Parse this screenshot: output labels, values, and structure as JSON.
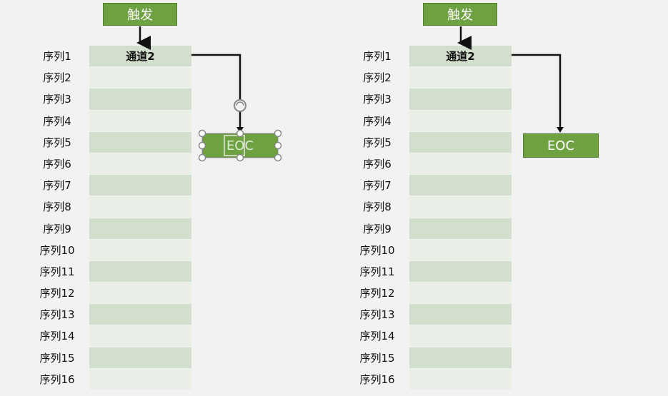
{
  "trigger_label": "触发",
  "channel_label": "通道2",
  "eoc_label": "EOC",
  "sequences": [
    "序列1",
    "序列2",
    "序列3",
    "序列4",
    "序列5",
    "序列6",
    "序列7",
    "序列8",
    "序列9",
    "序列10",
    "序列11",
    "序列12",
    "序列13",
    "序列14",
    "序列15",
    "序列16"
  ],
  "colors": {
    "green": "#6ea241",
    "row_dark": "#d3dfcd",
    "row_light": "#e9efe6"
  }
}
